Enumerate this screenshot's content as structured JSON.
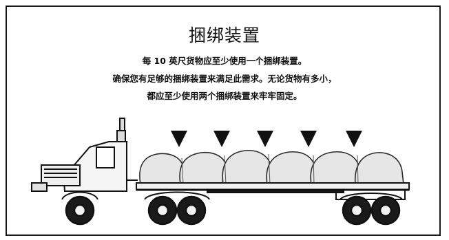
{
  "notice": {
    "title": "捆绑装置",
    "lines": [
      "每 10 英尺货物应至少使用一个捆绑装置。",
      "确保您有足够的捆绑装置来满足此需求。无论货物有多小，",
      "都应至少使用两个捆绑装置来牢牢固定。"
    ]
  },
  "illustration": {
    "subject": "flatbed-truck-with-cargo-bales",
    "tiedown_markers": 5,
    "cargo_bales": 6,
    "colors": {
      "ink": "#1a1a1a",
      "cargo": "#e6e6e6",
      "background": "#ffffff"
    }
  }
}
